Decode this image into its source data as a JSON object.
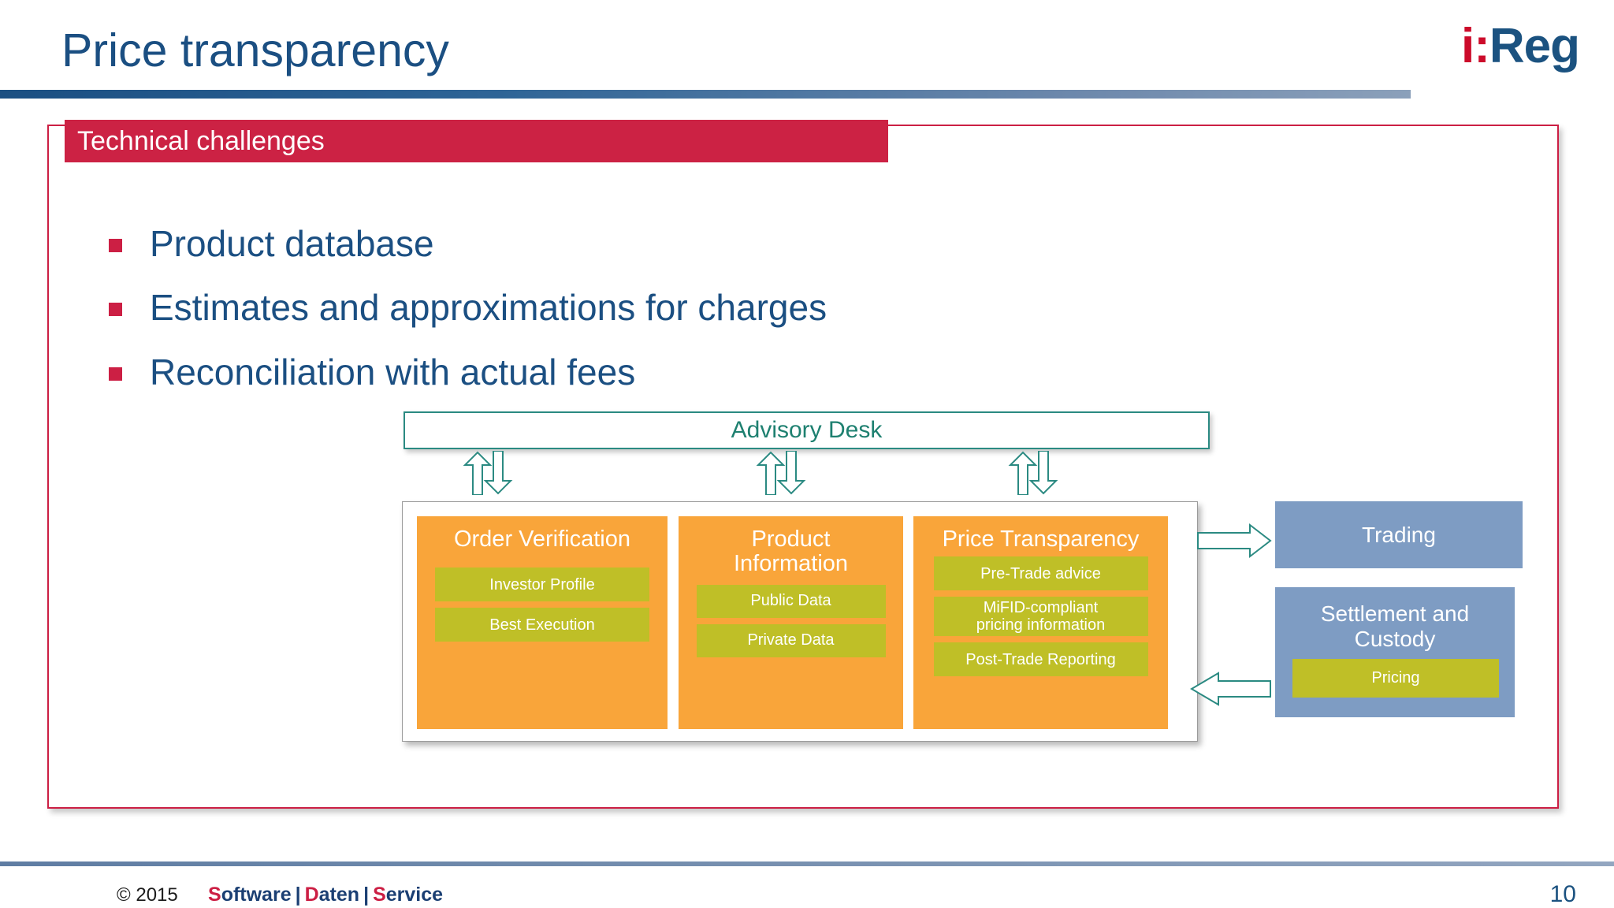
{
  "slide": {
    "title": "Price transparency",
    "section_band": "Technical challenges",
    "page_number": "10"
  },
  "logo": {
    "prefix": "i:",
    "name": "Reg"
  },
  "bullets": [
    {
      "text": "Product database"
    },
    {
      "text": "Estimates and approximations for charges"
    },
    {
      "text": "Reconciliation with actual fees"
    }
  ],
  "diagram": {
    "advisory_desk": "Advisory Desk",
    "columns": [
      {
        "title": "Order Verification",
        "items": [
          "Investor Profile",
          "Best Execution"
        ]
      },
      {
        "title": "Product\nInformation",
        "items": [
          "Public Data",
          "Private Data"
        ]
      },
      {
        "title": "Price Transparency",
        "items": [
          "Pre-Trade advice",
          "MiFID-compliant\npricing information",
          "Post-Trade Reporting"
        ]
      }
    ],
    "side_boxes": [
      {
        "label": "Trading"
      },
      {
        "label": "Settlement and\nCustody",
        "sub": "Pricing"
      }
    ]
  },
  "footer": {
    "copyright": "© 2015",
    "tagline": {
      "word1_cap": "S",
      "word1_rest": "oftware",
      "sep": "|",
      "word2_cap": "D",
      "word2_rest": "aten",
      "word3_cap": "S",
      "word3_rest": "ervice"
    }
  },
  "colors": {
    "brand_red": "#cc1f44",
    "brand_navy": "#1b4f82",
    "accent_orange": "#f9a53a",
    "accent_olive": "#bfbf27",
    "accent_steelblue": "#7e9cc3",
    "accent_teal": "#2b8a82"
  }
}
